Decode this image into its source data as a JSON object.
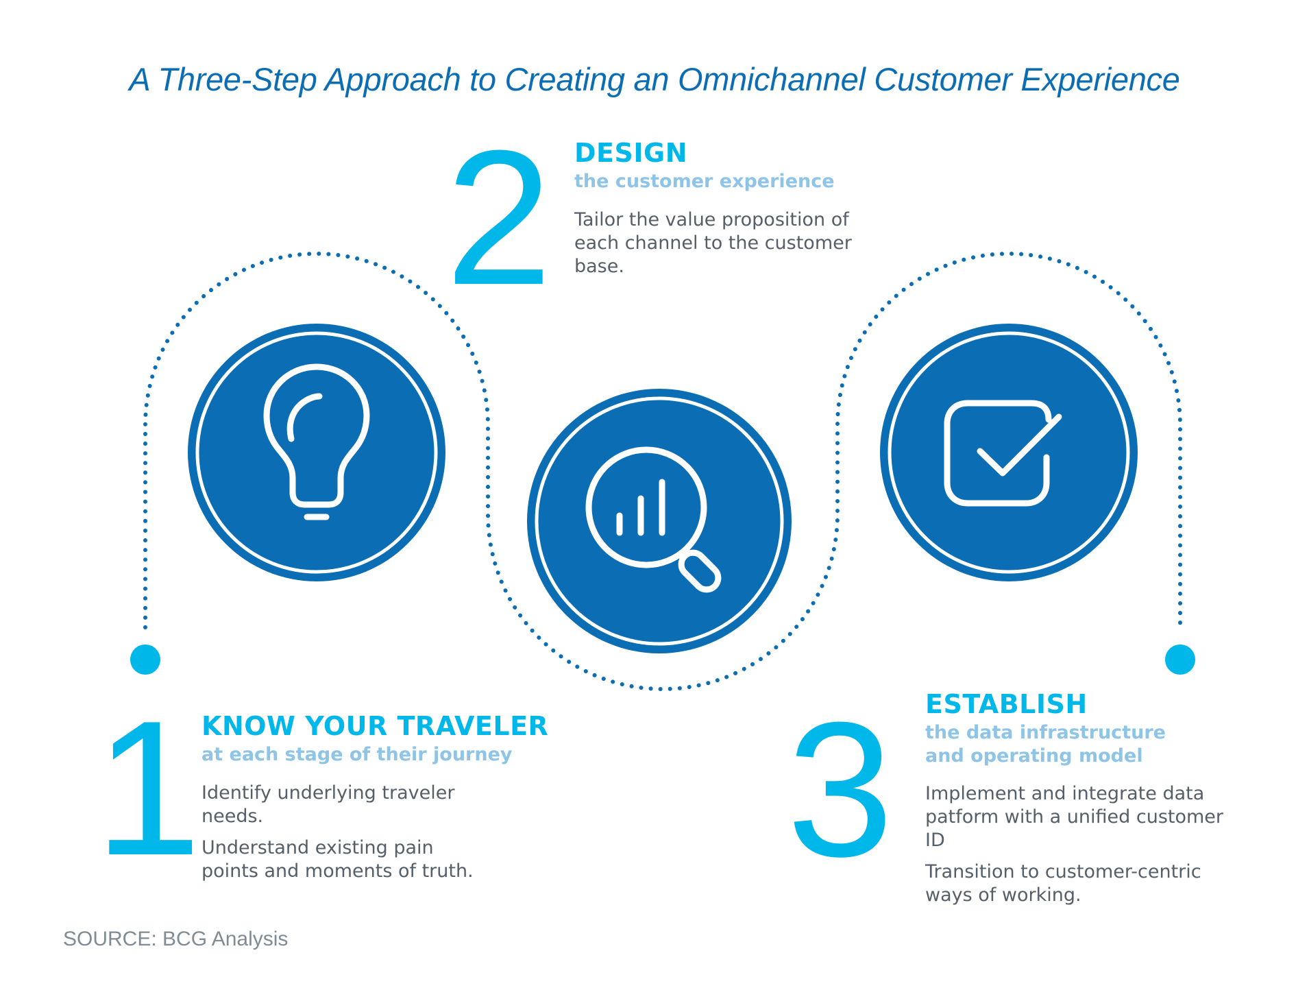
{
  "title": "A Three-Step Approach to Creating an Omnichannel Customer Experience",
  "colors": {
    "accent": "#00b7ea",
    "circle_fill": "#0b6eb4",
    "dots": "#0b6eb4",
    "subheading": "#8ec4e6",
    "body_text": "#555f69"
  },
  "steps": [
    {
      "number": "1",
      "heading": "KNOW YOUR TRAVELER",
      "subheading": "at each stage of their journey",
      "points": [
        "Identify underlying traveler needs.",
        "Understand existing pain points and moments of truth."
      ],
      "icon": "lightbulb-icon"
    },
    {
      "number": "2",
      "heading": "DESIGN",
      "subheading": "the customer experience",
      "points": [
        "Tailor the value proposition of each channel to the customer base."
      ],
      "icon": "magnifier-bar-chart-icon"
    },
    {
      "number": "3",
      "heading": "ESTABLISH",
      "subheading": "the data infrastructure and operating model",
      "points": [
        "Implement and integrate data patform with a unified customer ID",
        "Transition to customer-centric ways of working."
      ],
      "icon": "checkbox-icon"
    }
  ],
  "source": "SOURCE: BCG Analysis"
}
